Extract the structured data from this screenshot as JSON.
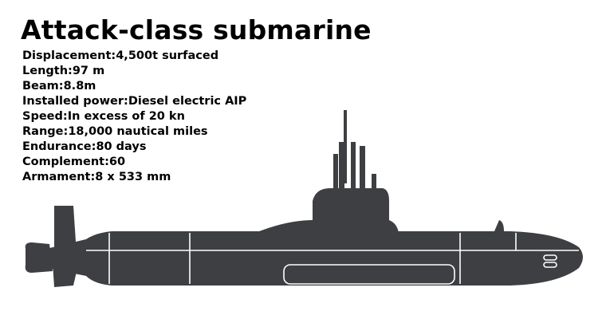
{
  "title": "Attack-class submarine",
  "specs": [
    {
      "label": "Displacement",
      "value": "4,500t surfaced"
    },
    {
      "label": "Length",
      "value": "97 m"
    },
    {
      "label": "Beam",
      "value": "8.8m"
    },
    {
      "label": "Installed power",
      "value": "Diesel electric AIP"
    },
    {
      "label": "Speed",
      "value": "In excess of 20 kn"
    },
    {
      "label": "Range",
      "value": "18,000 nautical miles"
    },
    {
      "label": "Endurance",
      "value": "80 days"
    },
    {
      "label": "Complement",
      "value": "60"
    },
    {
      "label": "Armament",
      "value": "8 x 533 mm"
    }
  ],
  "colors": {
    "hull": "#3d3f42",
    "panel_lines": "#ffffff",
    "text": "#000000"
  },
  "icons": {
    "illustration": "submarine-silhouette-icon"
  }
}
